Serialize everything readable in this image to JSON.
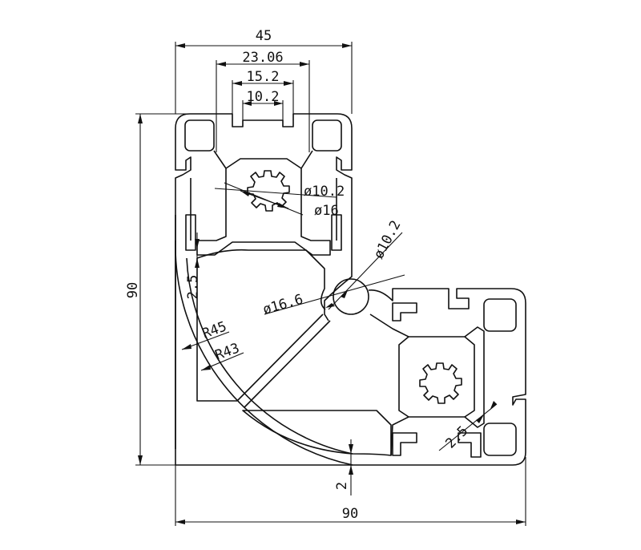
{
  "drawing": {
    "dimensions": {
      "width_45": "45",
      "slot_23_06": "23.06",
      "slot_15_2": "15.2",
      "slot_10_2": "10.2",
      "height_90": "90",
      "width_90": "90",
      "bore_10_2": "ø10.2",
      "bore_16": "ø16",
      "diag_10_2": "ø10.2",
      "diag_16_6": "ø16.6",
      "radius_outer": "R45",
      "radius_inner": "R43",
      "wall_2_5_left": "2.5",
      "wall_2_5_right": "2.5",
      "wall_2_bottom": "2"
    }
  }
}
